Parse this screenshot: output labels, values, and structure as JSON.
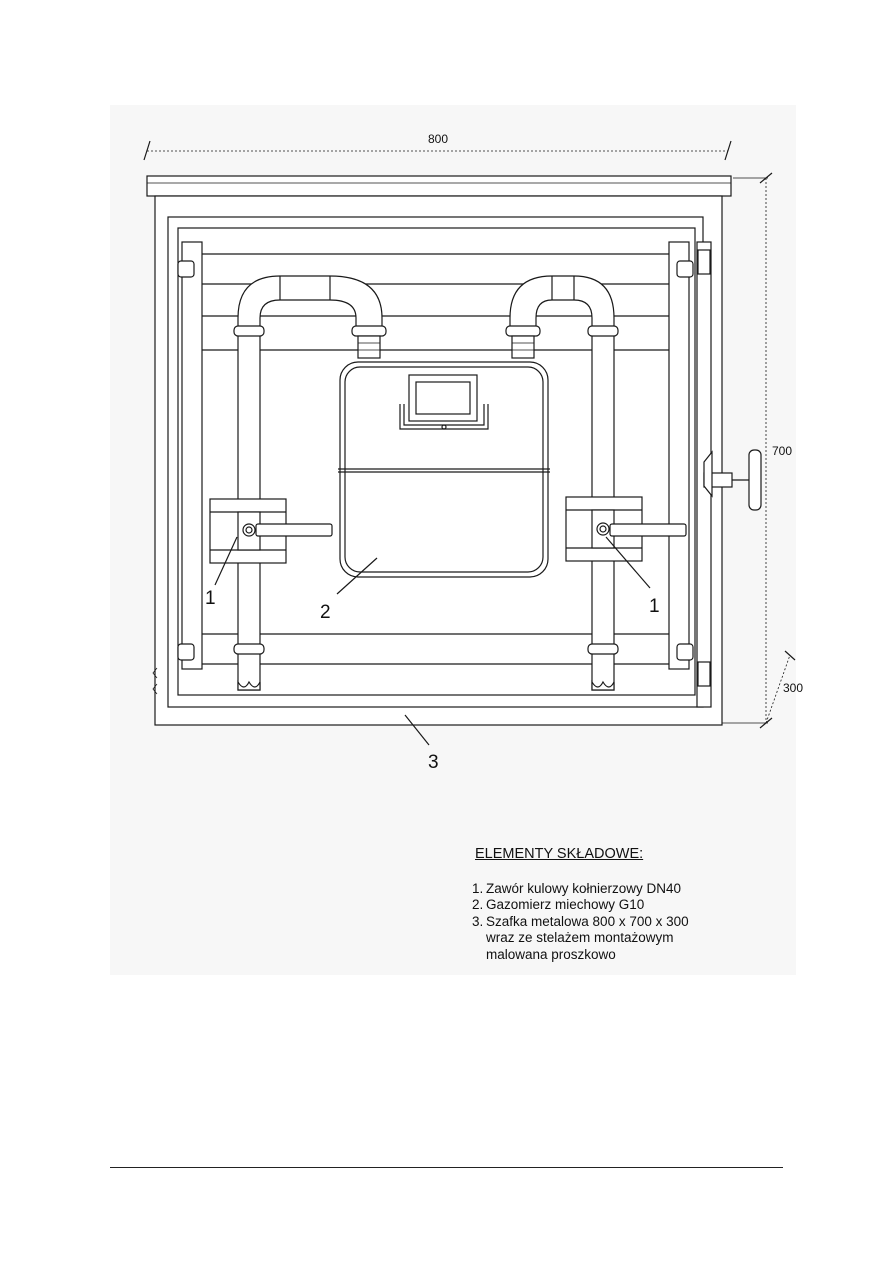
{
  "dimensions": {
    "width": "800",
    "height": "700",
    "depth": "300"
  },
  "callouts": [
    "1",
    "2",
    "1",
    "3"
  ],
  "legend": {
    "title": "ELEMENTY SKŁADOWE:",
    "items": [
      {
        "number": "1.",
        "text": "Zawór kulowy kołnierzowy DN40"
      },
      {
        "number": "2.",
        "text": "Gazomierz miechowy G10"
      },
      {
        "number": "3.",
        "text": "Szafka metalowa 800 x 700 x 300\nwraz ze stelażem montażowym\nmalowana proszkowo"
      }
    ]
  }
}
